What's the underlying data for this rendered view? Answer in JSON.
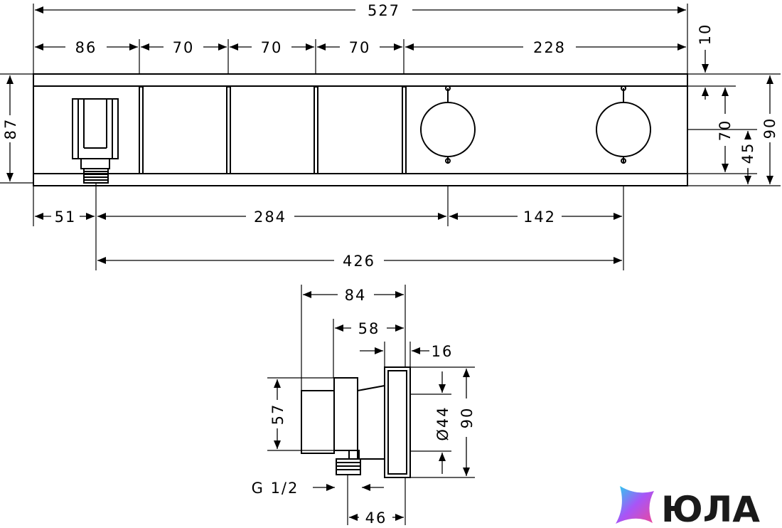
{
  "front_view": {
    "dims": {
      "overall_width": "527",
      "cell_1": "86",
      "cell_2": "70",
      "cell_3": "70",
      "cell_4": "70",
      "cell_5": "228",
      "top_offset": "10",
      "frame_height": "87",
      "knob_area": "70",
      "knob_center": "45",
      "total_height": "90",
      "outlet_offset": "51",
      "outlet_to_knob": "284",
      "knob_spacing": "142",
      "outlet_to_knob2": "426"
    }
  },
  "side_view": {
    "dims": {
      "depth_total": "84",
      "depth_body": "58",
      "plate_thickness": "16",
      "body_height": "57",
      "diameter": "Ø44",
      "plate_height": "90",
      "thread": "G 1/2",
      "connection": "46"
    }
  },
  "logo": {
    "text": "ЮЛА"
  },
  "colors": {
    "line": "#000000",
    "logo_text": "#1a1a1a"
  }
}
